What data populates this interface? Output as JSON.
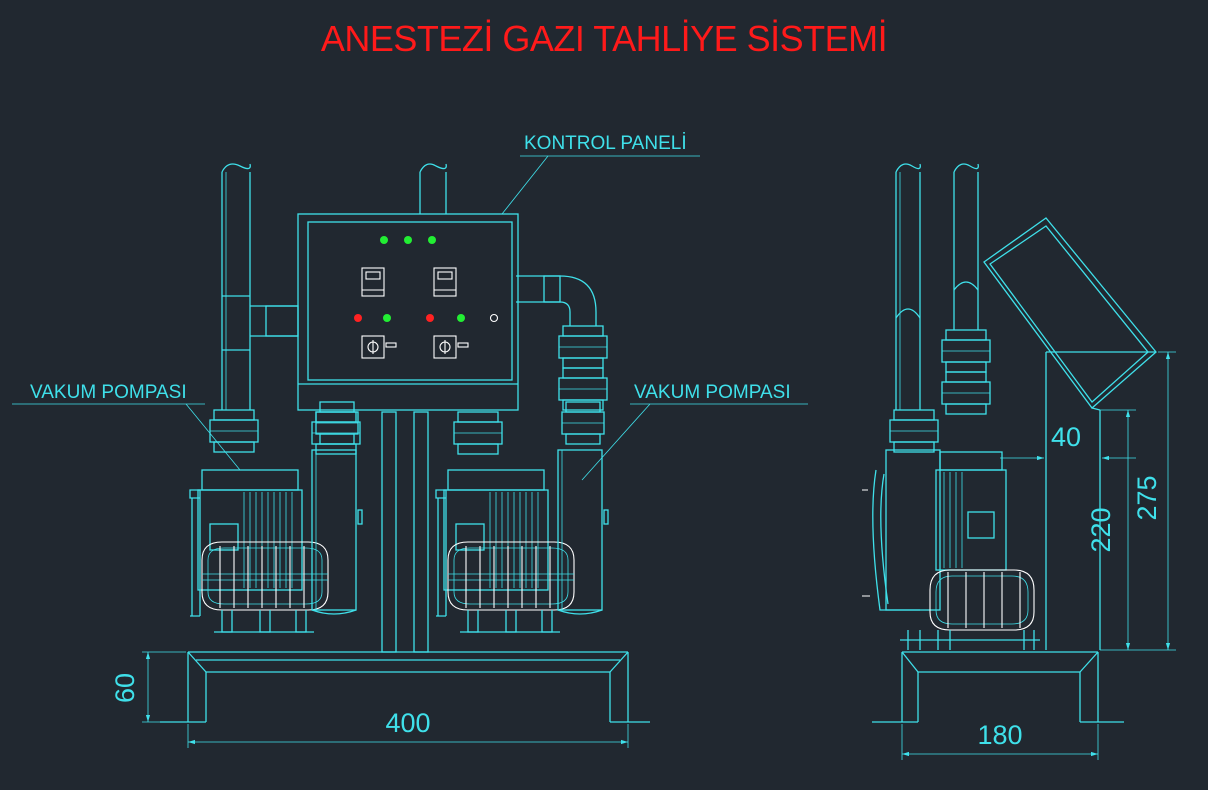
{
  "title": "ANESTEZİ GAZI TAHLİYE SİSTEMİ",
  "labels": {
    "control_panel": "KONTROL PANELİ",
    "pump_left": "VAKUM POMPASI",
    "pump_right": "VAKUM POMPASI"
  },
  "dimensions": {
    "front_width": "400",
    "front_base_height": "60",
    "side_width": "180",
    "side_offset": "40",
    "side_height_lower": "220",
    "side_height_total": "275"
  },
  "colors": {
    "background": "#212830",
    "drawing": "#3fe0ea",
    "title": "#ff1a1a",
    "indicator_green": "#22ee33",
    "indicator_red": "#ff2222"
  }
}
